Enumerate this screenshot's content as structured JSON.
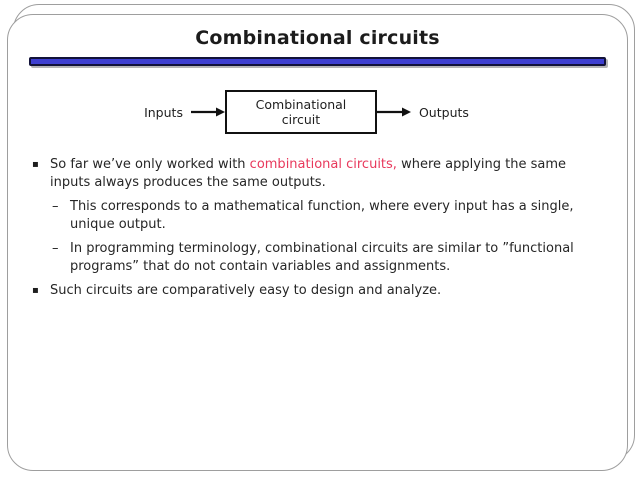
{
  "slide": {
    "title": "Combinational circuits",
    "colors": {
      "accent_bar": "#3e3fd0",
      "highlight": "#e8395c",
      "text": "#262626",
      "box_border": "#111111"
    },
    "markers": {
      "level1": "▪",
      "level2": "–"
    },
    "diagram": {
      "input_label": "Inputs",
      "box_line1": "Combinational",
      "box_line2": "circuit",
      "output_label": "Outputs"
    },
    "bullets": [
      {
        "level": 1,
        "prefix": "So far we’ve only worked with ",
        "highlight": "combinational circuits,",
        "suffix": " where applying the same inputs always produces the same outputs."
      },
      {
        "level": 2,
        "text": "This corresponds to a mathematical function, where every input has a single, unique output."
      },
      {
        "level": 2,
        "text": "In programming terminology, combinational circuits are similar to ”functional programs” that do not contain variables and assignments."
      },
      {
        "level": 1,
        "text": "Such circuits are comparatively easy to design and analyze."
      }
    ]
  }
}
